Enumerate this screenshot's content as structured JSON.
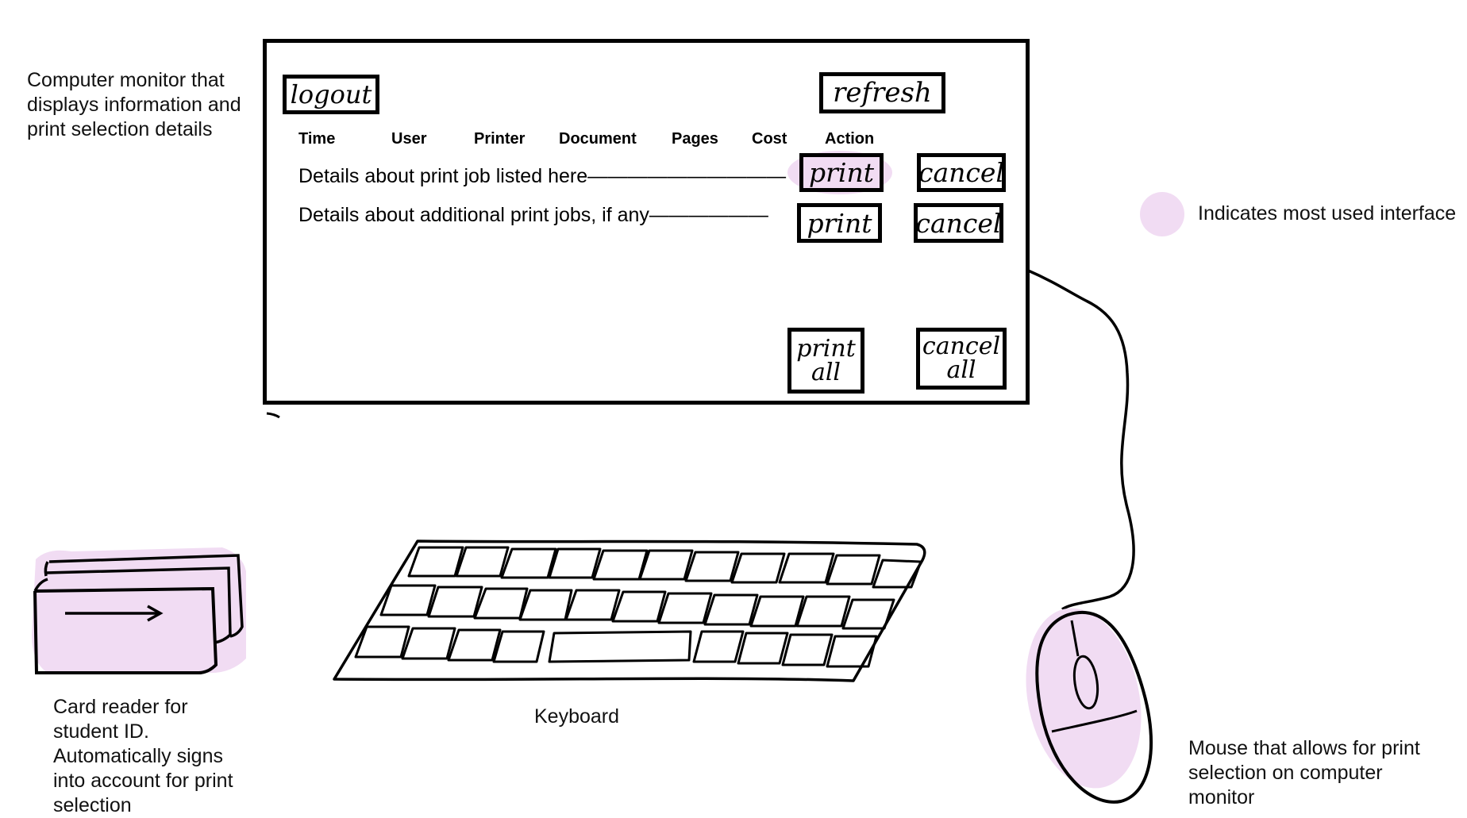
{
  "notes": {
    "monitor": [
      "Computer monitor that",
      "displays information and",
      "print selection details"
    ],
    "legend": "Indicates most used interface",
    "card_reader": [
      "Card reader for",
      "student ID.",
      "Automatically signs",
      "into account for print",
      "selection"
    ],
    "keyboard": "Keyboard",
    "mouse": [
      "Mouse that allows for print",
      "selection on computer",
      "monitor"
    ]
  },
  "screen": {
    "logout_label": "logout",
    "refresh_label": "refresh",
    "columns": [
      "Time",
      "User",
      "Printer",
      "Document",
      "Pages",
      "Cost",
      "Action"
    ],
    "rows": [
      {
        "text": "Details about print job listed here——————————",
        "print_label": "print",
        "cancel_label": "cancel"
      },
      {
        "text": "Details about additional print jobs, if any——————",
        "print_label": "print",
        "cancel_label": "cancel"
      }
    ],
    "print_all_label": [
      "print",
      "all"
    ],
    "cancel_all_label": [
      "cancel",
      "all"
    ]
  },
  "colors": {
    "highlight": "#f1dcf3",
    "ink": "#000000"
  }
}
